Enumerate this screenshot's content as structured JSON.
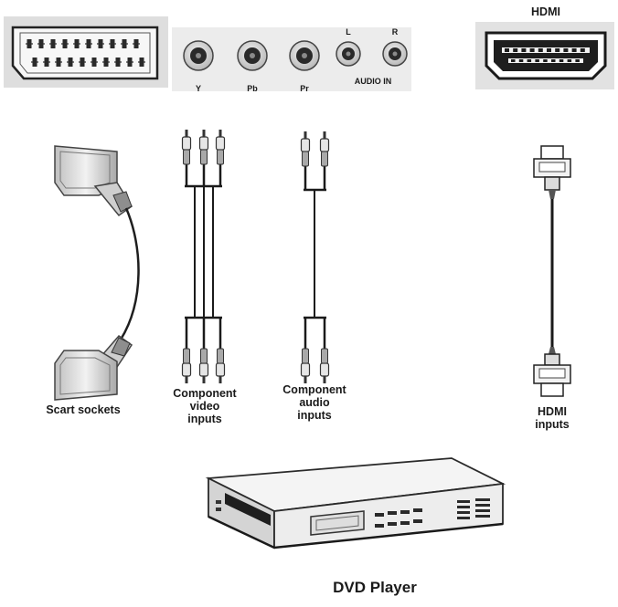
{
  "panel": {
    "jacks": {
      "y": "Y",
      "pb": "Pb",
      "pr": "Pr",
      "l": "L",
      "r": "R",
      "audio_in": "AUDIO IN"
    },
    "hdmi_title": "HDMI"
  },
  "cables": {
    "scart": "Scart sockets",
    "component_video": {
      "line1": "Component",
      "line2": "video",
      "line3": "inputs"
    },
    "component_audio": {
      "line1": "Component",
      "line2": "audio",
      "line3": "inputs"
    },
    "hdmi": {
      "line1": "HDMI",
      "line2": "inputs"
    }
  },
  "device": {
    "name": "DVD Player"
  }
}
